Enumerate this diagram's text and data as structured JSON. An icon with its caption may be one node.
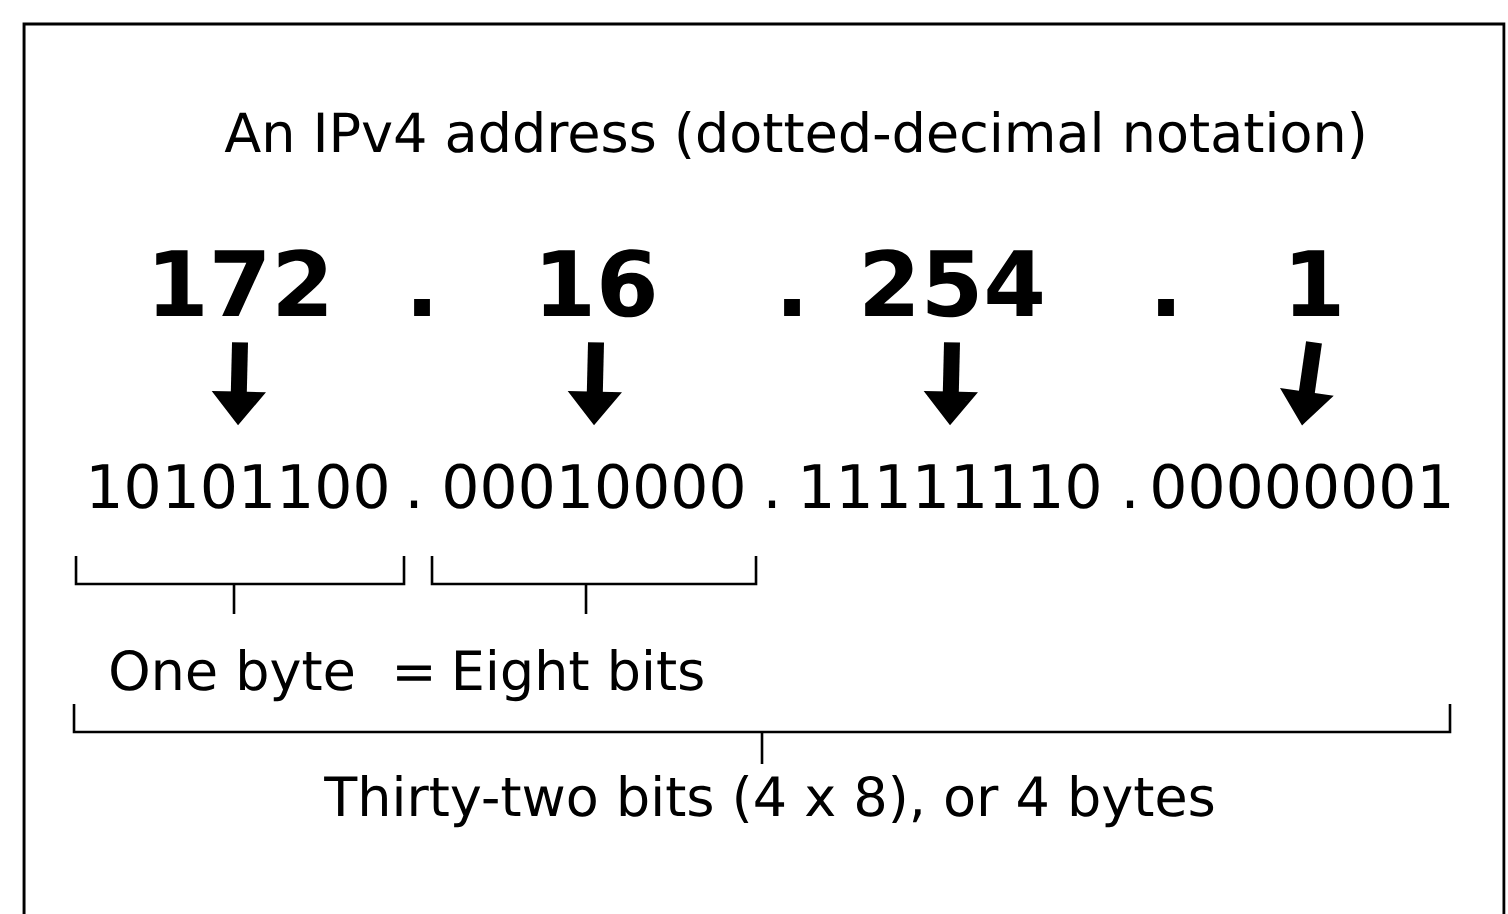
{
  "diagram": {
    "title": "An IPv4 address  (dotted-decimal notation)",
    "nodes": [
      {
        "text": [
          "172"
        ]
      },
      {
        "text": [
          "16"
        ]
      },
      {
        "text": [
          "254"
        ]
      },
      {
        "text": [
          "1"
        ]
      },
      {
        "text": [
          "10101100"
        ]
      },
      {
        "text": [
          "00010000"
        ]
      },
      {
        "text": [
          "11111110"
        ]
      },
      {
        "text": [
          "00000001"
        ]
      }
    ],
    "edges": [
      {
        "from": 0,
        "to": 4,
        "arrow": "to"
      },
      {
        "from": 1,
        "to": 5,
        "arrow": "to"
      },
      {
        "from": 2,
        "to": 6,
        "arrow": "to"
      },
      {
        "from": 3,
        "to": 7,
        "arrow": "to"
      }
    ],
    "labels": [
      ".",
      ".",
      ".",
      ".",
      ".",
      ".",
      "One byte",
      "=",
      "Eight bits",
      "Thirty-two bits (4 x 8), or 4 bytes"
    ]
  }
}
